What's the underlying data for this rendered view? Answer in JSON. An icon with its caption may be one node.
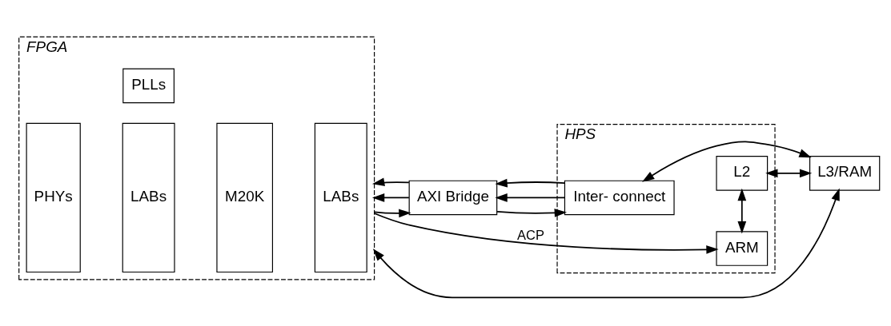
{
  "diagram": {
    "nodes": [
      {
        "text": [
          "FPGA"
        ]
      },
      {
        "text": [
          "PLLs"
        ],
        "in": 0
      },
      {
        "text": [
          "PHYs"
        ],
        "in": 0
      },
      {
        "text": [
          "LABs"
        ],
        "in": 0
      },
      {
        "text": [
          "M20K"
        ],
        "in": 0
      },
      {
        "text": [
          "LABs"
        ],
        "in": 0
      },
      {
        "text": [
          "HPS"
        ]
      },
      {
        "text": [
          "ARM"
        ],
        "in": 6
      },
      {
        "text": [
          "AXI Bridge"
        ]
      },
      {
        "text": [
          "Inter- connect"
        ],
        "in": 6
      },
      {
        "text": [
          "L2"
        ],
        "in": 6
      },
      {
        "text": [
          "L3/RAM"
        ]
      }
    ],
    "edges": [
      {
        "from": 0,
        "to": 7,
        "arrow": "to",
        "label": "ACP"
      },
      {
        "from": 0,
        "to": 8,
        "arrow": "to"
      },
      {
        "from": 8,
        "to": 0,
        "arrow": "to"
      },
      {
        "from": 8,
        "to": 0,
        "arrow": "to"
      },
      {
        "from": 8,
        "to": 9,
        "arrow": "to"
      },
      {
        "from": 9,
        "to": 8,
        "arrow": "to"
      },
      {
        "from": 9,
        "to": 8,
        "arrow": "to"
      },
      {
        "from": 7,
        "to": 10,
        "arrow": "both"
      },
      {
        "from": 9,
        "to": 11,
        "arrow": "both"
      },
      {
        "from": 10,
        "to": 11,
        "arrow": "both"
      },
      {
        "from": 0,
        "to": 11,
        "arrow": "both"
      }
    ]
  }
}
